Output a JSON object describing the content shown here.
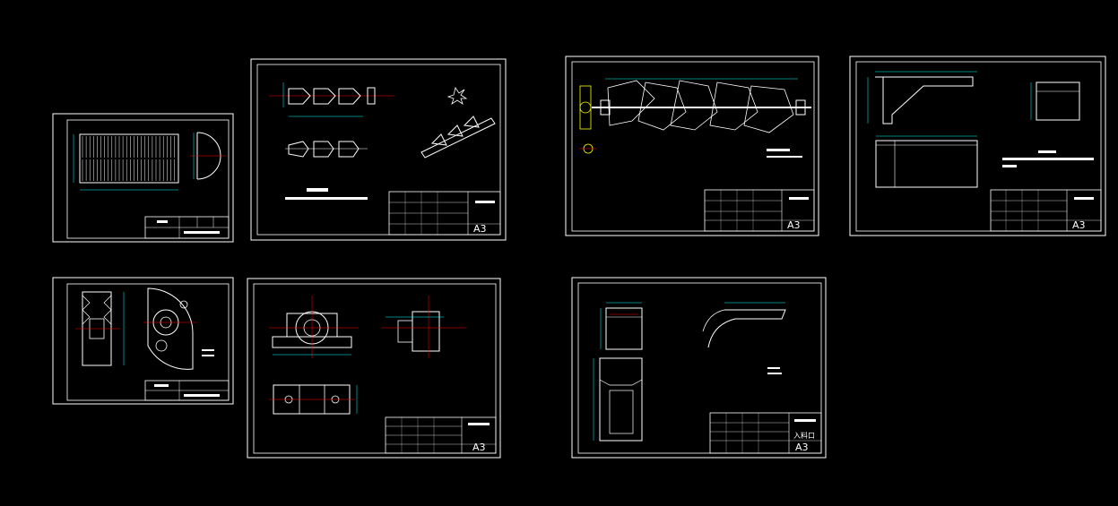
{
  "colors": {
    "background": "#000000",
    "border": "#ffffff",
    "geometry": "#ffffff",
    "dimension": "#00ffff",
    "centerline": "#ff0000",
    "accent": "#ffff00"
  },
  "sheets": [
    {
      "id": "sieve-plate",
      "name": "",
      "size": ""
    },
    {
      "id": "stirring-blade",
      "name": "",
      "size": "A3"
    },
    {
      "id": "stirring-shaft",
      "name": "",
      "size": "A3"
    },
    {
      "id": "frame",
      "name": "",
      "size": "A3"
    },
    {
      "id": "pulley",
      "name": "",
      "size": ""
    },
    {
      "id": "bearing-seat",
      "name": "",
      "size": "A3"
    },
    {
      "id": "feed-inlet",
      "name": "入料口",
      "size": "A3"
    }
  ]
}
